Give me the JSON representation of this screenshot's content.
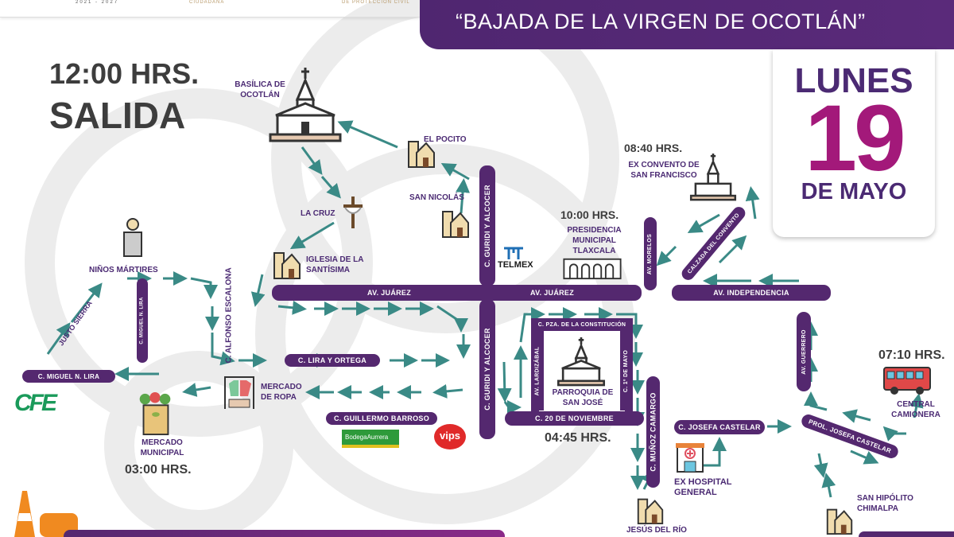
{
  "header": {
    "years": "2021 - 2027",
    "logo2_text": "CIUDADANA",
    "logo3_text": "DE PROTECCIÓN CIVIL"
  },
  "title": "“BAJADA DE LA VIRGEN DE OCOTLÁN”",
  "date": {
    "weekday": "LUNES",
    "day": "19",
    "month": "DE MAYO"
  },
  "start": {
    "time": "12:00 HRS.",
    "label": "SALIDA"
  },
  "streets": {
    "juarez_1": "AV. JUÁREZ",
    "juarez_2": "AV. JUÁREZ",
    "guridi_upper": "C. GURIDI Y ALCOCER",
    "guridi_lower": "C. GURIDI Y ALCOCER",
    "independencia": "AV. INDEPENDENCIA",
    "morelos": "AV. MORELOS",
    "calzada": "CALZADA DEL CONVENTO",
    "constitucion": "C. PZA. DE LA CONSTITUCIÓN",
    "lardizabal": "AV. LARDIZÁBAL",
    "primero_mayo": "C. 1º DE MAYO",
    "noviembre": "C. 20 DE NOVIEMBRE",
    "munoz": "C. MUÑOZ CAMARGO",
    "josefa": "C. JOSEFA CASTELAR",
    "prol_josefa": "PROL. JOSEFA CASTELAR",
    "guerrero": "AV. GUERRERO",
    "lira_ortega": "C. LIRA Y ORTEGA",
    "barroso": "C. GUILLERMO BARROSO",
    "miguel_h": "C. MIGUEL N. LIRA",
    "miguel_v": "C. MIGUEL N. LIRA",
    "escalona": "C. ALFONSO ESCALONA",
    "justo_sierra": "JUSTO SIERRA"
  },
  "places": {
    "basilica": "BASÍLICA DE OCOTLÁN",
    "pocito": "EL POCITO",
    "nicolas": "SAN NICOLÁS",
    "cruz": "LA CRUZ",
    "santisima": "IGLESIA DE LA SANTÍSIMA",
    "ninos": "NIÑOS MÁRTIRES",
    "presidencia": "PRESIDENCIA MUNICIPAL TLAXCALA",
    "convento": "EX CONVENTO DE SAN FRANCISCO",
    "parroquia": "PARROQUIA DE SAN JOSÉ",
    "ropa": "MERCADO DE ROPA",
    "municipal": "MERCADO MUNICIPAL",
    "hospital": "EX HOSPITAL GENERAL",
    "camionera": "CENTRAL CAMIONERA",
    "hipolito": "SAN HIPÓLITO CHIMALPA",
    "jesus": "JESÚS DEL RÍO"
  },
  "times": {
    "convento": "08:40 HRS.",
    "presidencia": "10:00 HRS.",
    "municipal": "03:00 HRS.",
    "parroquia": "04:45 HRS.",
    "camionera": "07:10 HRS."
  },
  "brands": {
    "telmex": "TELMEX",
    "cfe": "CFE",
    "bodega": "BodegaAurrera",
    "vips": "vips"
  },
  "colors": {
    "purple": "#54286f",
    "magenta": "#a3197a",
    "arrow": "#3a8a86"
  }
}
